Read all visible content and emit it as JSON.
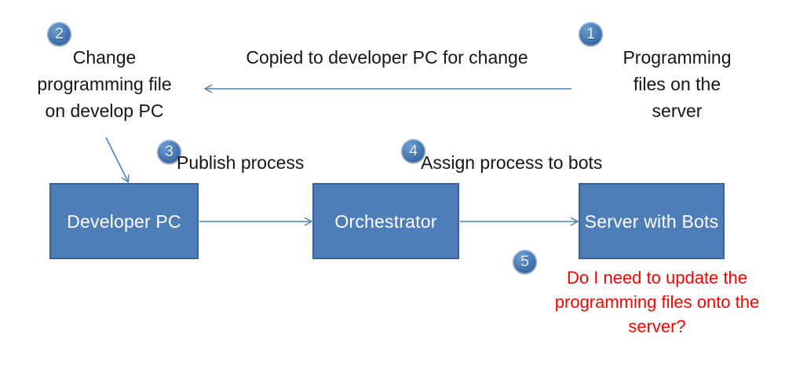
{
  "diagram": {
    "title": "RPA programming file deployment flow",
    "colors": {
      "box_fill": "#4E7EB8",
      "box_border": "#3A6199",
      "box_text": "#FFFFFF",
      "badge_fill": "#4677B4",
      "badge_text": "#EAF2FB",
      "arrow": "#4A7EBB",
      "label_text": "#161616",
      "question_text": "#FF0000",
      "background": "#FFFFFF"
    },
    "badges": [
      {
        "id": 1,
        "number": "1"
      },
      {
        "id": 2,
        "number": "2"
      },
      {
        "id": 3,
        "number": "3"
      },
      {
        "id": 4,
        "number": "4"
      },
      {
        "id": 5,
        "number": "5"
      }
    ],
    "boxes": [
      {
        "id": "developer-pc",
        "label": "Developer\nPC"
      },
      {
        "id": "orchestrator",
        "label": "Orchestrator"
      },
      {
        "id": "server-bots",
        "label": "Server with\nBots"
      }
    ],
    "labels": {
      "programming_files_server": "Programming\nfiles on the\nserver",
      "copied_to_developer_pc": "Copied to developer PC for change",
      "change_programming_file": "Change\nprogramming file\non develop PC",
      "publish_process": "Publish process",
      "assign_process_to_bots": "Assign process to bots",
      "question": "Do I need to update the\nprogramming files onto the\nserver?"
    },
    "connectors": [
      {
        "id": "server-to-devpc",
        "from": "Programming files on the server",
        "to": "Change programming file on develop PC",
        "direction": "left",
        "label": "Copied to developer PC for change"
      },
      {
        "id": "note-to-devpc-box",
        "from": "Change programming file on develop PC",
        "to": "Developer PC",
        "direction": "down-right",
        "label": ""
      },
      {
        "id": "devpc-to-orchestrator",
        "from": "Developer PC",
        "to": "Orchestrator",
        "direction": "right",
        "label": "Publish process"
      },
      {
        "id": "orchestrator-to-server",
        "from": "Orchestrator",
        "to": "Server with Bots",
        "direction": "right",
        "label": "Assign process to bots"
      }
    ]
  }
}
